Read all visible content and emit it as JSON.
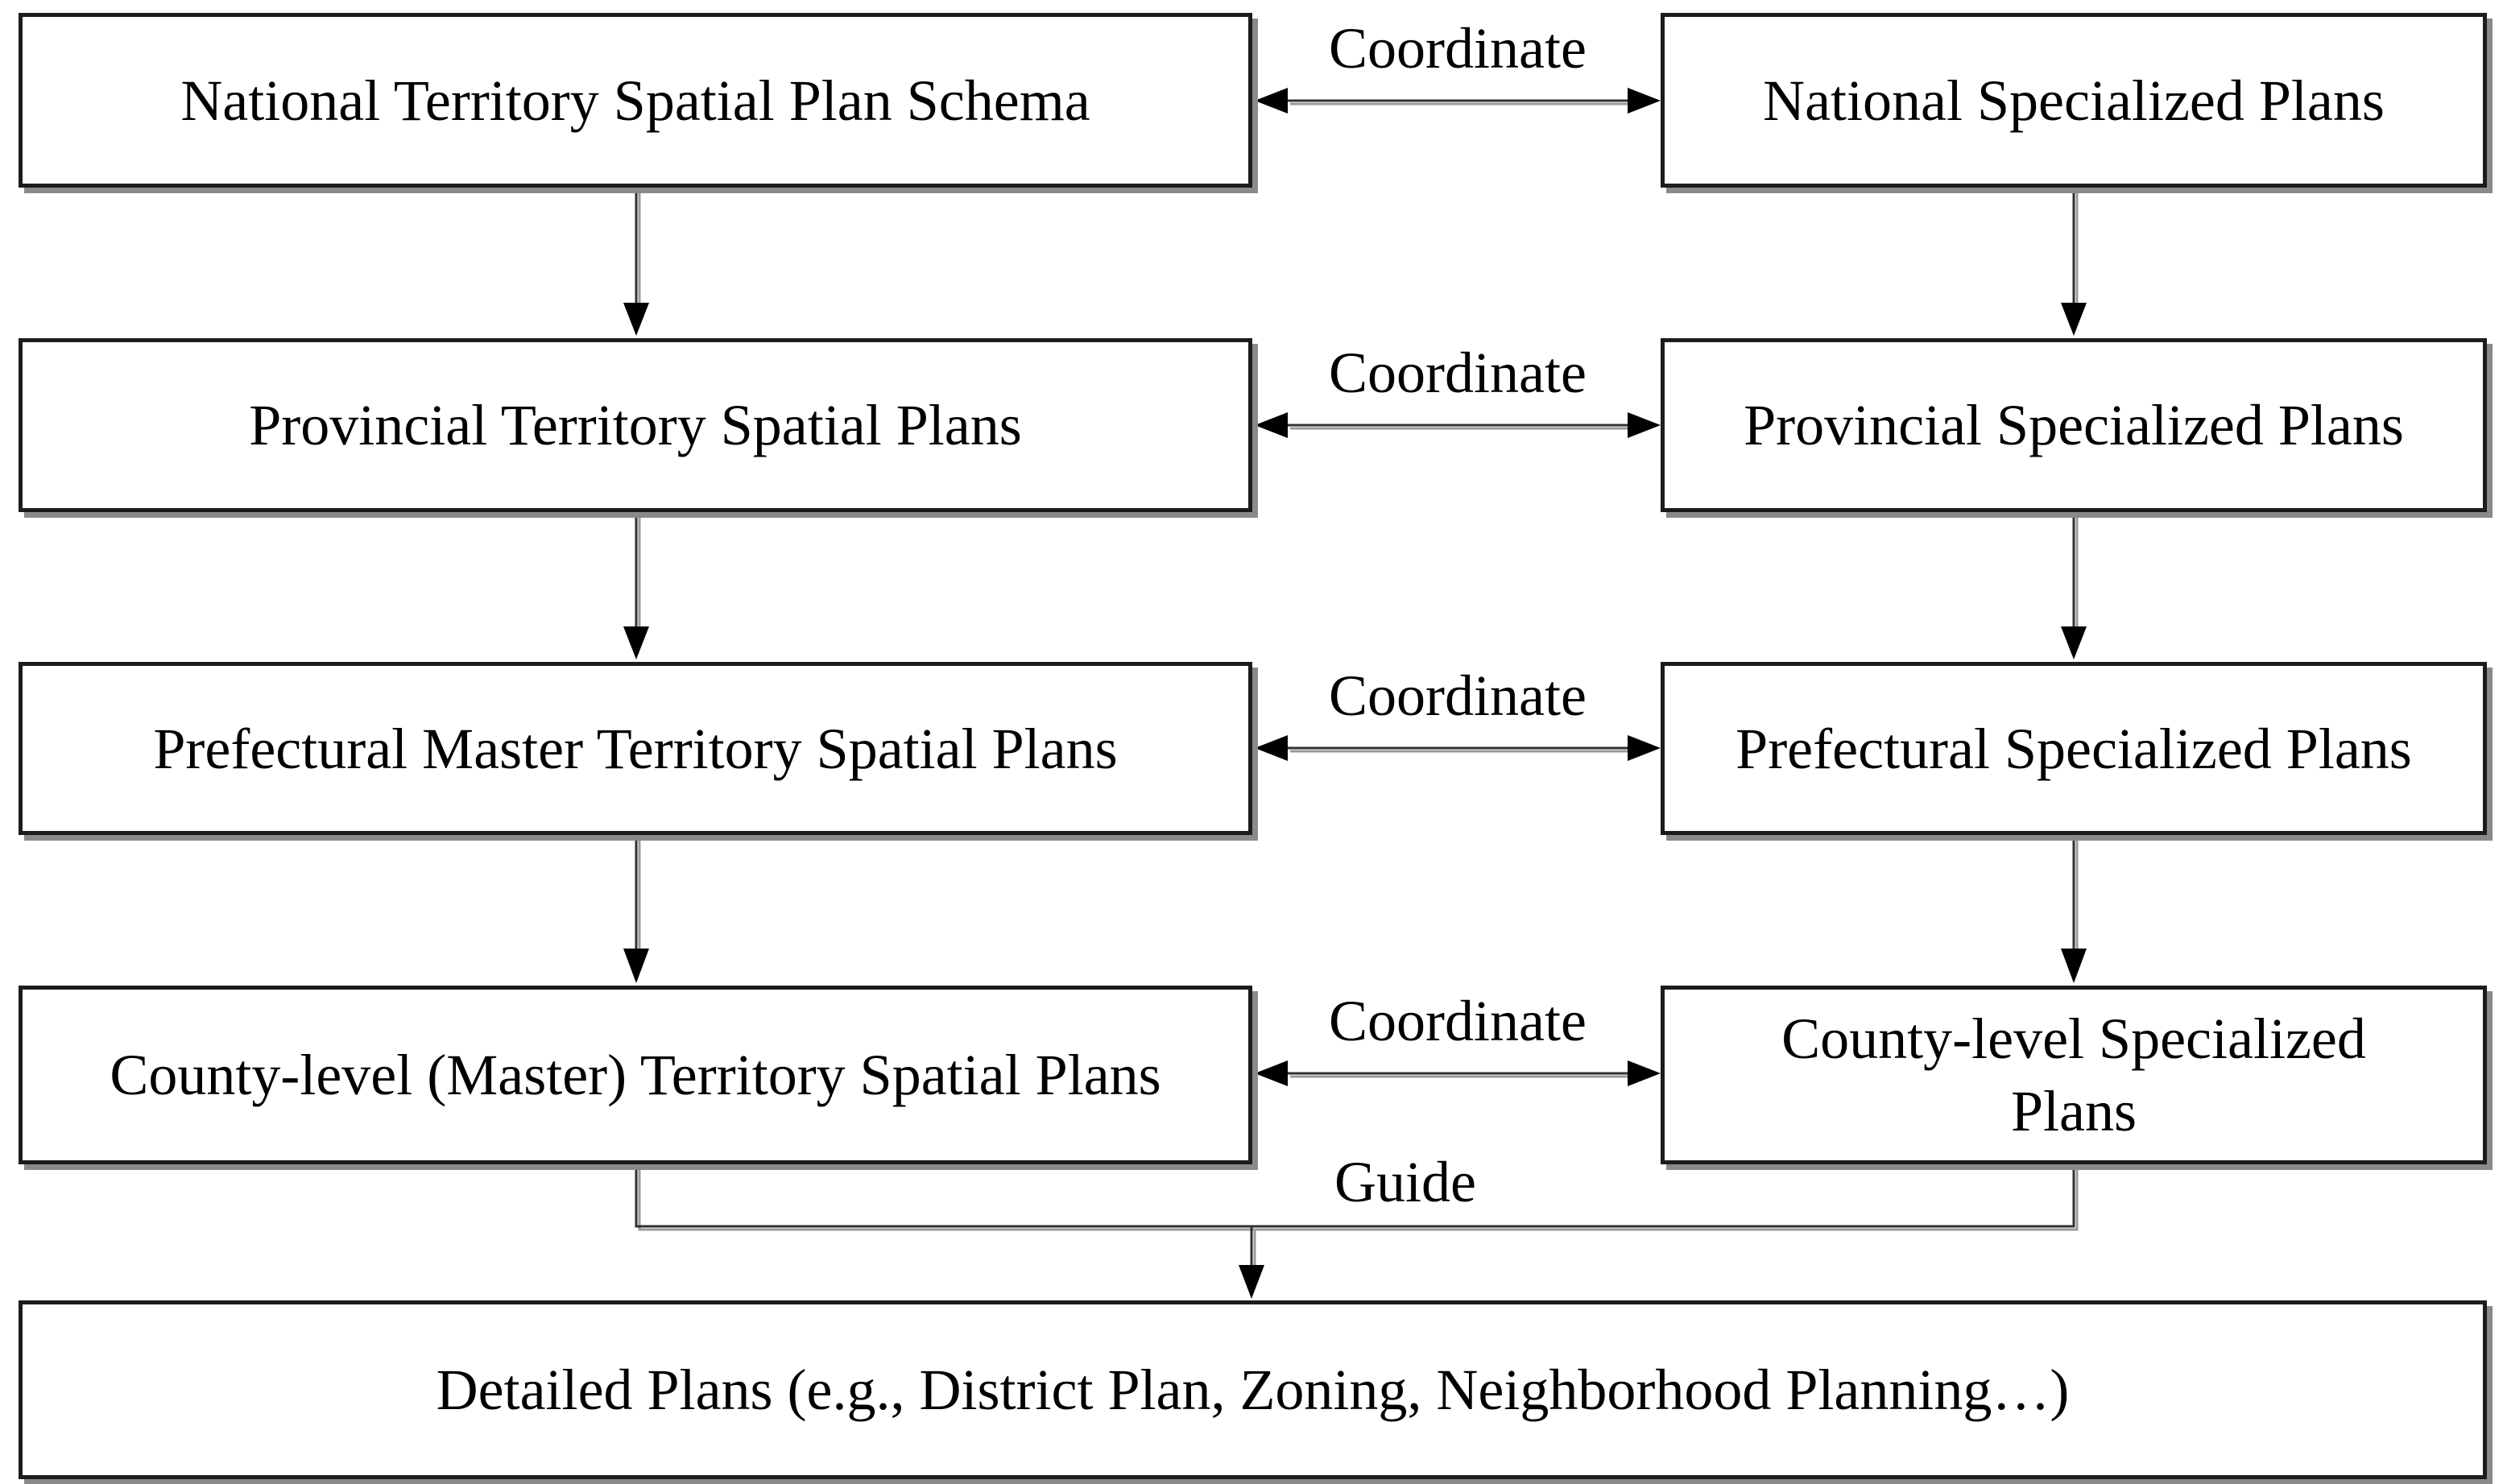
{
  "diagram": {
    "left_column": [
      "National Territory Spatial Plan Schema",
      "Provincial Territory Spatial Plans",
      "Prefectural Master Territory Spatial Plans",
      "County-level (Master) Territory Spatial Plans"
    ],
    "right_column": [
      "National Specialized Plans",
      "Provincial Specialized Plans",
      "Prefectural Specialized Plans",
      "County-level Specialized Plans"
    ],
    "bottom_box": "Detailed Plans (e.g., District Plan, Zoning, Neighborhood Planning…)",
    "edge_labels": {
      "coordinate": "Coordinate",
      "guide": "Guide"
    },
    "colors": {
      "background": "#ffffff",
      "text": "#000000",
      "box_border": "#1c1c1c",
      "line": "#303030",
      "arrowhead": "#000000",
      "shadow": "#8a8a8a"
    }
  }
}
